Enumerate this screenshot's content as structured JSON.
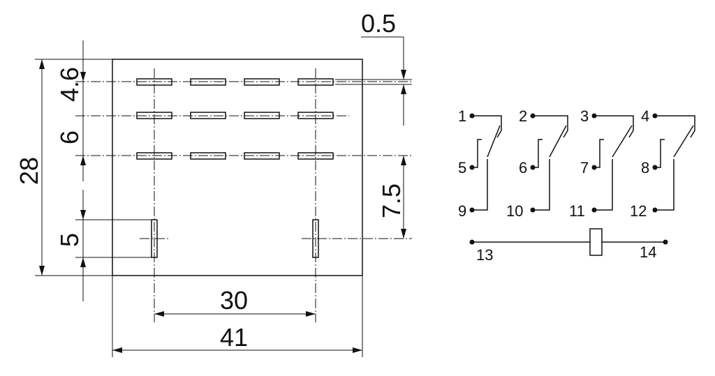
{
  "dimensions": {
    "top_offset": "0.5",
    "pitch_top": "4.6",
    "pitch_mid": "6",
    "height_total": "28",
    "height_coil": "5",
    "right_offset": "7.5",
    "coil_spacing": "30",
    "width_total": "41"
  },
  "schematic": {
    "common_terminals": [
      "1",
      "2",
      "3",
      "4"
    ],
    "nc_terminals": [
      "5",
      "6",
      "7",
      "8"
    ],
    "no_terminals": [
      "9",
      "10",
      "11",
      "12"
    ],
    "coil_terminals": [
      "13",
      "14"
    ]
  }
}
